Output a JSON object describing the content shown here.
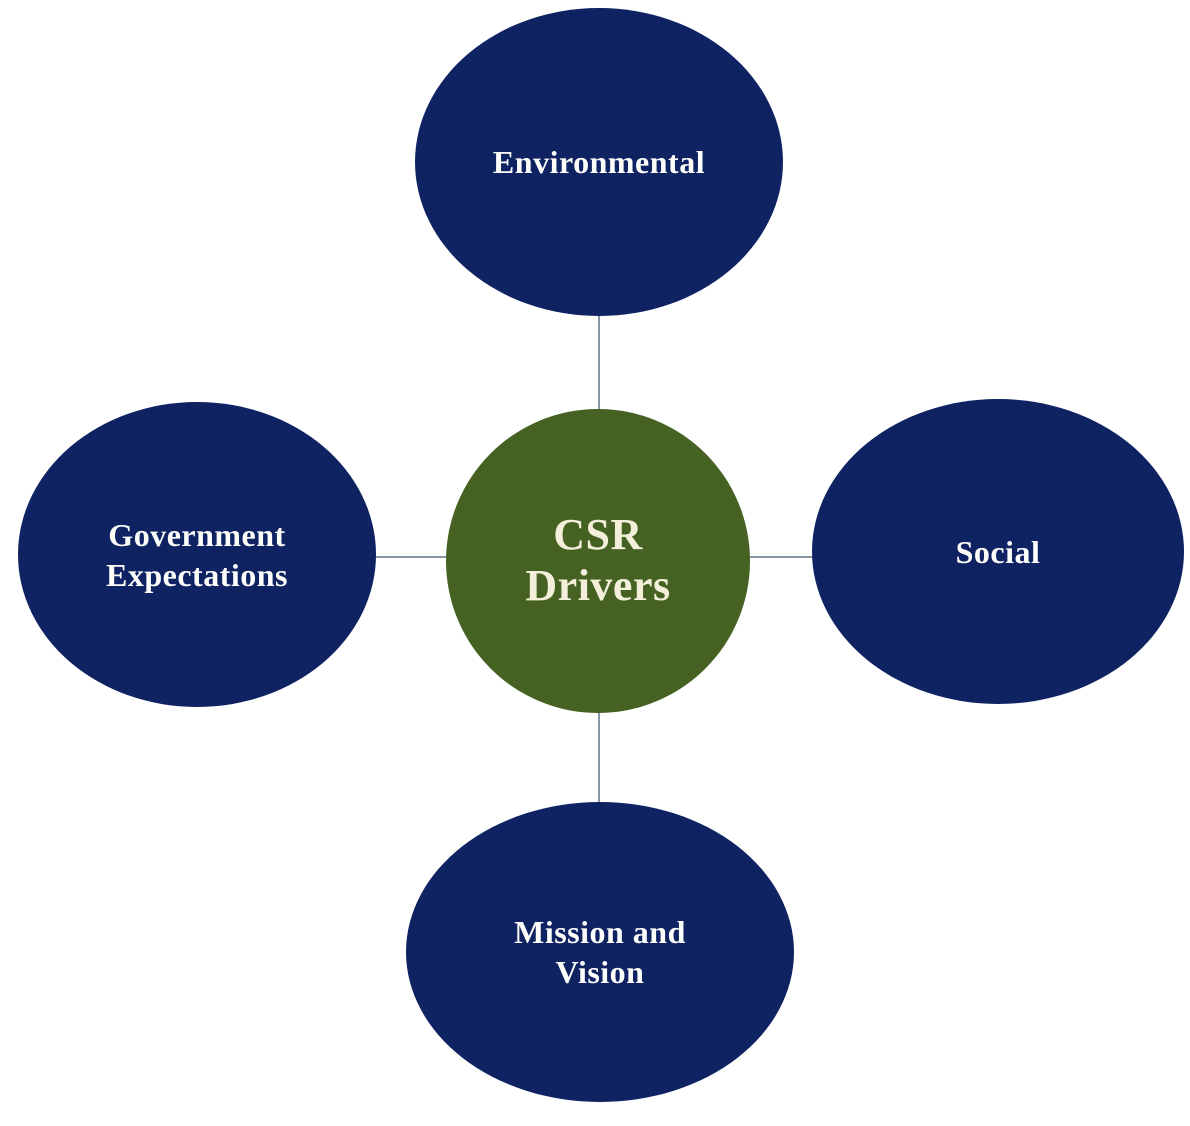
{
  "diagram": {
    "type": "hub-and-spoke",
    "background": "#ffffff",
    "connector_color": "#8796a6",
    "center": {
      "label": "CSR\nDrivers",
      "fill": "#456222",
      "text_color": "#f3efdb"
    },
    "node_fill": "#0f2363",
    "node_text_color": "#fdfdfa",
    "nodes": [
      {
        "position": "top",
        "label": "Environmental"
      },
      {
        "position": "right",
        "label": "Social"
      },
      {
        "position": "bottom",
        "label": "Mission and\nVision"
      },
      {
        "position": "left",
        "label": "Government\nExpectations"
      }
    ]
  }
}
